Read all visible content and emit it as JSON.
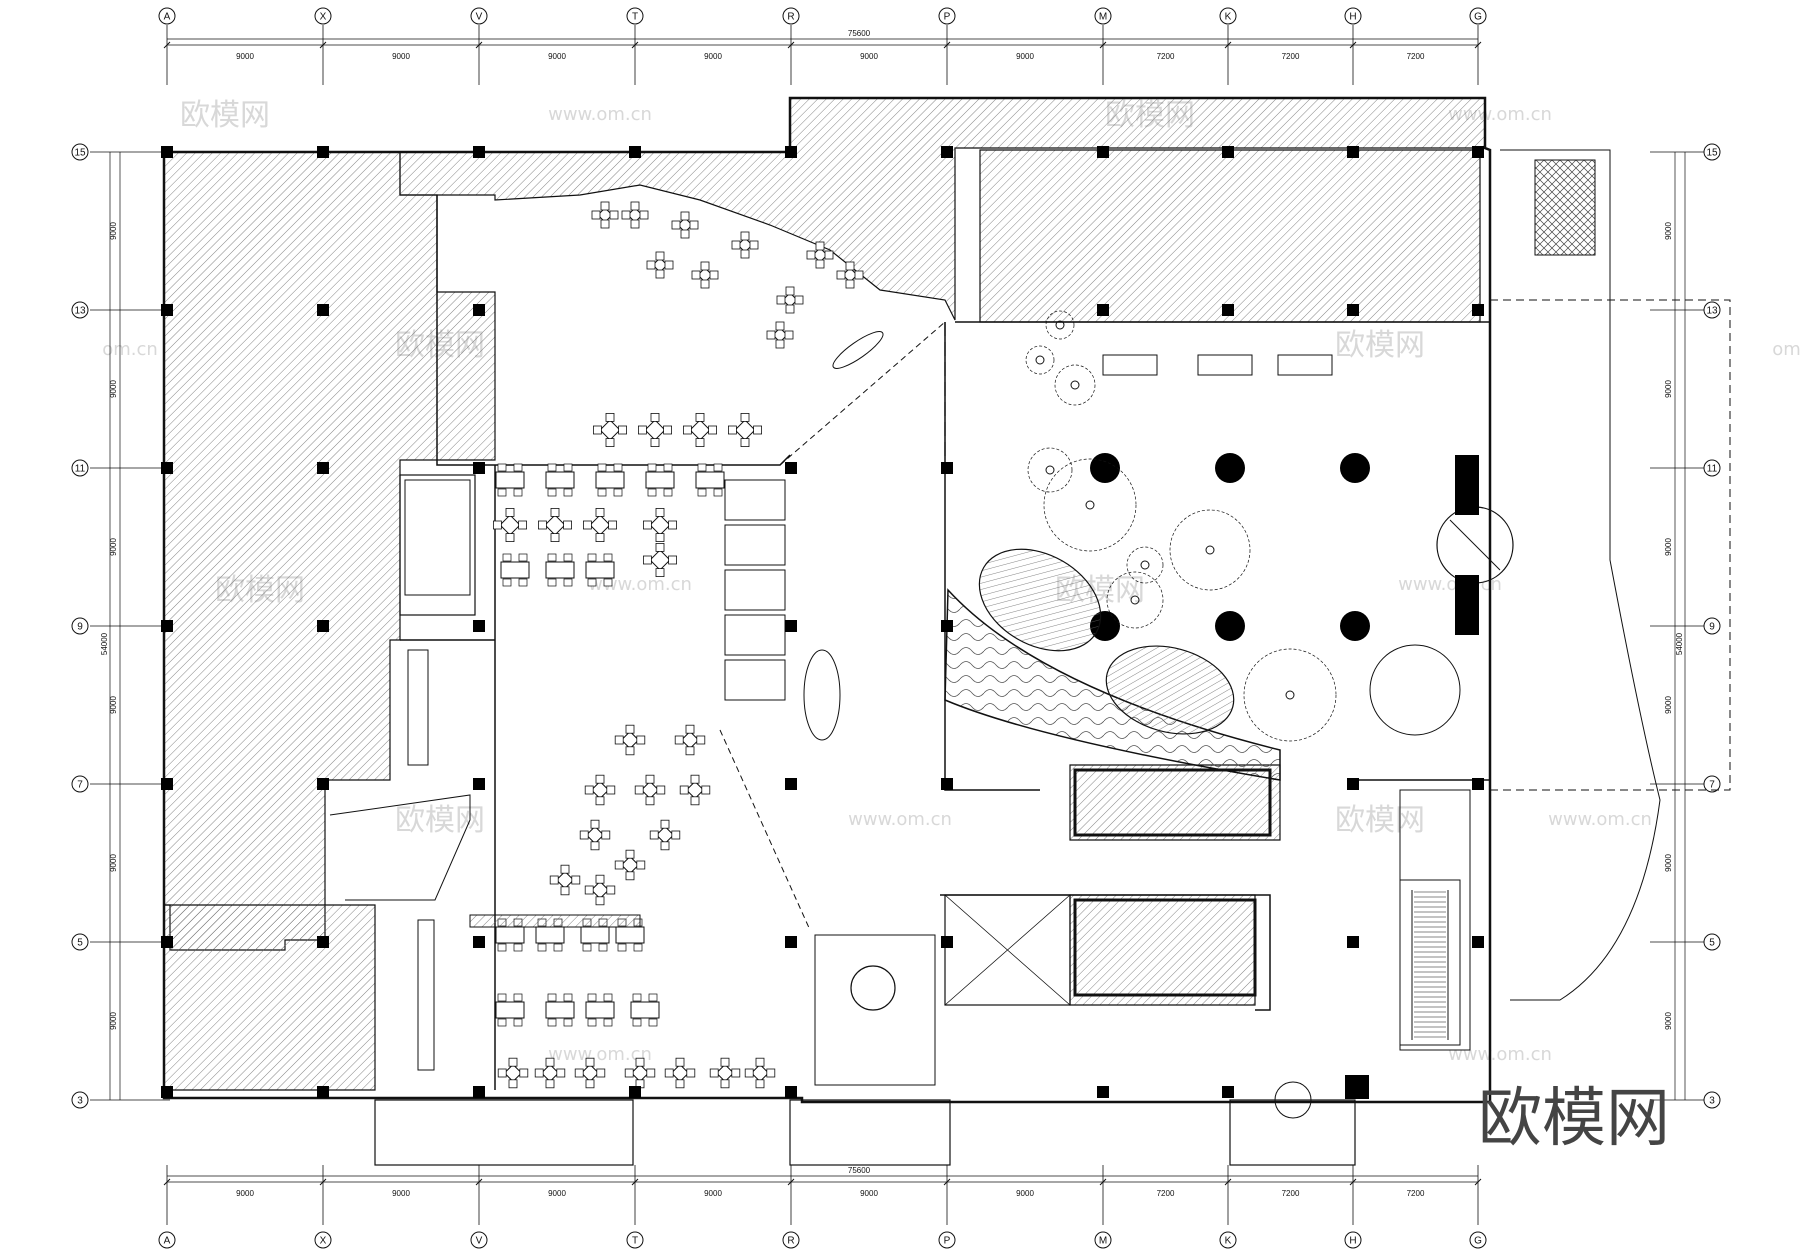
{
  "grid": {
    "cols": [
      "A",
      "X",
      "V",
      "T",
      "R",
      "P",
      "M",
      "K",
      "H",
      "G"
    ],
    "rows": [
      "15",
      "13",
      "11",
      "9",
      "7",
      "5",
      "3"
    ],
    "col_dims": [
      "9000",
      "9000",
      "9000",
      "9000",
      "9000",
      "9000",
      "7200",
      "7200",
      "7200"
    ],
    "row_dims": [
      "9000",
      "9000",
      "9000",
      "9000",
      "9000",
      "9000"
    ],
    "total_width": "75600",
    "total_height": "54000"
  },
  "watermarks": {
    "url": "www.om.cn",
    "url_partial": "om.cn",
    "cn": "欧模网"
  },
  "brand_logo": "欧模网",
  "colors": {
    "line": "#111111",
    "hatch": "#555555",
    "column": "#000000",
    "watermark": "#d8d8d8"
  }
}
